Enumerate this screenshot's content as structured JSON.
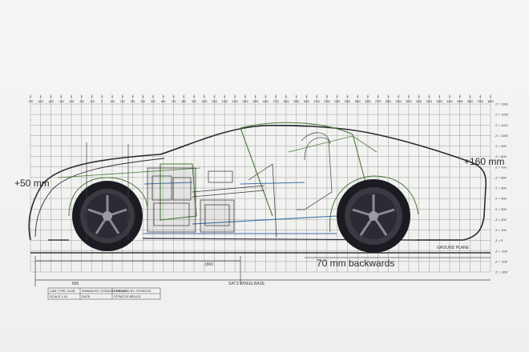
{
  "annotations": {
    "front_offset": "+50 mm",
    "rear_offset": "+160 mm",
    "backward_shift": "70 mm backwards",
    "ground_plane": "GROUND PLANE",
    "wheelbase_label": "SATS WHEELBASE"
  },
  "x_axis": {
    "ticks": [
      "-700",
      "-600",
      "-500",
      "-400",
      "-300",
      "-200",
      "-100",
      "0",
      "100",
      "200",
      "300",
      "400",
      "500",
      "600",
      "700",
      "800",
      "900",
      "1000",
      "1100",
      "1200",
      "1300",
      "1400",
      "1500",
      "1600",
      "1700",
      "1800",
      "1900",
      "2000",
      "2100",
      "2200",
      "2300",
      "2400",
      "2500",
      "2600",
      "2700",
      "2800",
      "2900",
      "3000",
      "3100",
      "3200",
      "3300",
      "3400",
      "3500",
      "3600",
      "3700",
      "3800"
    ]
  },
  "z_axis": {
    "ticks": [
      "Z = 1300",
      "Z = 1200",
      "Z = 1100",
      "Z = 1000",
      "Z = 900",
      "Z = 800",
      "Z = 700",
      "Z = 600",
      "Z = 500",
      "Z = 400",
      "Z = 300",
      "Z = 200",
      "Z = 100",
      "Z = 0",
      "Z = -100",
      "Z = -200",
      "Z = -300"
    ]
  },
  "dimensions": {
    "front_overhang": "895",
    "engine_bay": "1860"
  },
  "title_block": {
    "row1": [
      "CAR TYPE: 512B",
      "DRAWN BY: STRATOS BRUCE",
      "CHECKED BY: STRATOS"
    ],
    "row2": [
      "SCALE 1:10",
      "DATE",
      "STRATOS BRUCE"
    ]
  },
  "colors": {
    "grid": "#7a7a7a",
    "body": "#2a2a35",
    "chassis": "#3a6ea8",
    "roll_cage": "#4a7a3a",
    "tyre": "#1b1b22"
  }
}
